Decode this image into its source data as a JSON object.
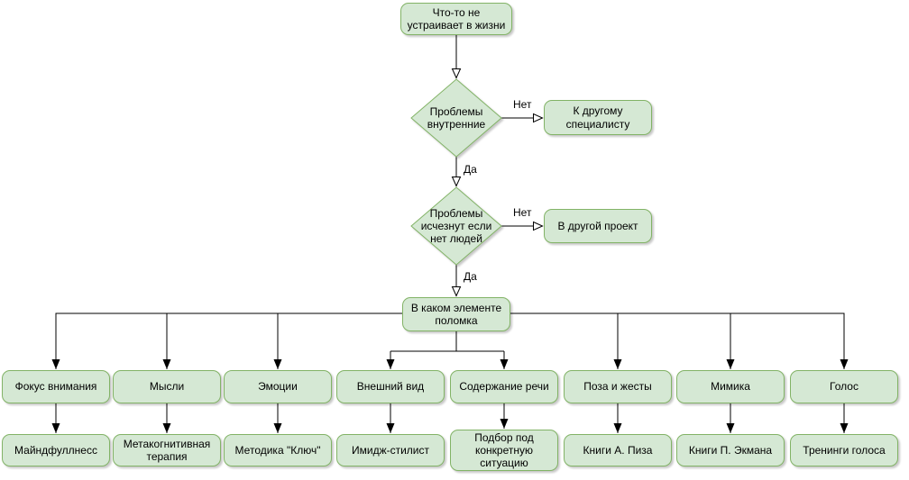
{
  "diagram": {
    "fill_color": "#d5e8d4",
    "stroke_color": "#82b366",
    "line_color": "#000000",
    "nodes": {
      "start": "Что-то не устраивает в жизни",
      "decision_internal": "Проблемы внутренние",
      "another_specialist": "К другому специалисту",
      "decision_people": "Проблемы исчезнут если нет людей",
      "another_project": "В другой проект",
      "hub": "В каком элементе поломка"
    },
    "edge_labels": {
      "no1": "Нет",
      "yes1": "Да",
      "no2": "Нет",
      "yes2": "Да"
    },
    "columns": [
      {
        "element": "Фокус внимания",
        "remedy": "Майндфуллнесс"
      },
      {
        "element": "Мысли",
        "remedy": "Метакогнитивная терапия"
      },
      {
        "element": "Эмоции",
        "remedy": "Методика \"Ключ\""
      },
      {
        "element": "Внешний вид",
        "remedy": "Имидж-стилист"
      },
      {
        "element": "Содержание речи",
        "remedy": "Подбор под конкретную ситуацию"
      },
      {
        "element": "Поза и жесты",
        "remedy": "Книги А. Пиза"
      },
      {
        "element": "Мимика",
        "remedy": "Книги П. Экмана"
      },
      {
        "element": "Голос",
        "remedy": "Тренинги голоса"
      }
    ]
  }
}
